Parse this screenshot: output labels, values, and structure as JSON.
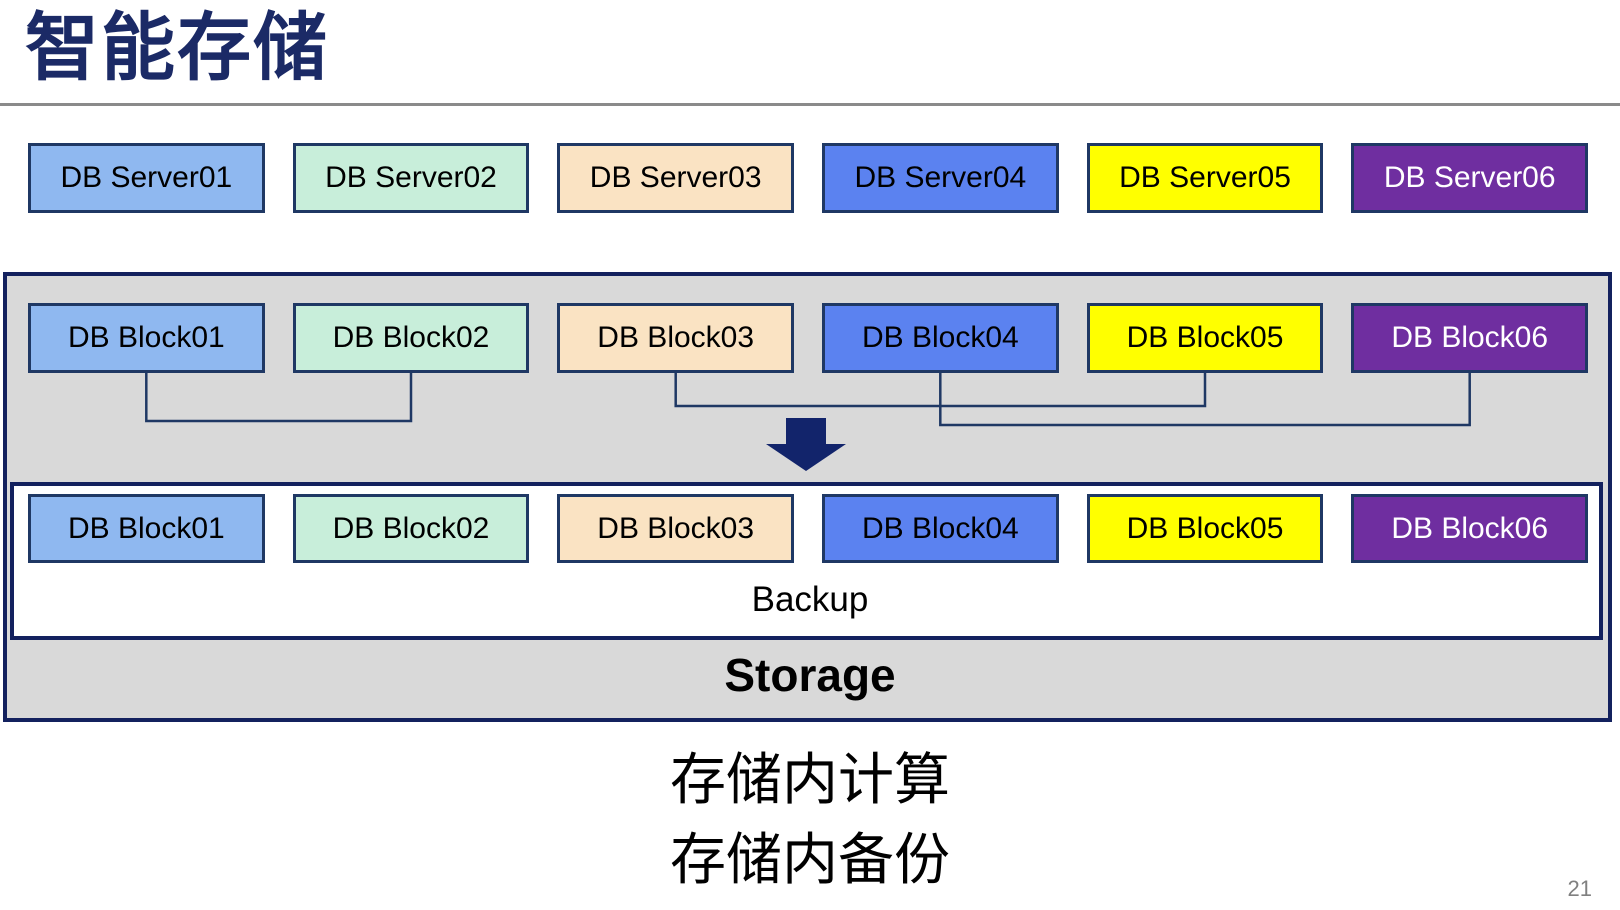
{
  "slide": {
    "title": "智能存储",
    "page_number": "21",
    "caption_lines": [
      "存储内计算",
      "存储内备份"
    ]
  },
  "colors": {
    "title_text": "#1b2a66",
    "separator": "#8a8a8a",
    "box_border": "#1f3864",
    "container_bg": "#d9d9d9",
    "container_border": "#13215e",
    "backup_box_bg": "#ffffff",
    "backup_box_border": "#13215e",
    "connector": "#1f3864",
    "arrow": "#12246b",
    "caption_text": "#000000",
    "page_number_text": "#808080"
  },
  "servers": [
    {
      "label": "DB Server01",
      "fill": "#8fb8f0",
      "text_color": "#000000"
    },
    {
      "label": "DB Server02",
      "fill": "#c8eeda",
      "text_color": "#000000"
    },
    {
      "label": "DB Server03",
      "fill": "#fae3c3",
      "text_color": "#000000"
    },
    {
      "label": "DB Server04",
      "fill": "#5b82f0",
      "text_color": "#000000"
    },
    {
      "label": "DB Server05",
      "fill": "#ffff00",
      "text_color": "#000000"
    },
    {
      "label": "DB Server06",
      "fill": "#6f2ea0",
      "text_color": "#ffffff"
    }
  ],
  "blocks_top": [
    {
      "label": "DB Block01",
      "fill": "#8fb8f0",
      "text_color": "#000000"
    },
    {
      "label": "DB Block02",
      "fill": "#c8eeda",
      "text_color": "#000000"
    },
    {
      "label": "DB Block03",
      "fill": "#fae3c3",
      "text_color": "#000000"
    },
    {
      "label": "DB Block04",
      "fill": "#5b82f0",
      "text_color": "#000000"
    },
    {
      "label": "DB Block05",
      "fill": "#ffff00",
      "text_color": "#000000"
    },
    {
      "label": "DB Block06",
      "fill": "#6f2ea0",
      "text_color": "#ffffff"
    }
  ],
  "blocks_backup": [
    {
      "label": "DB Block01",
      "fill": "#8fb8f0",
      "text_color": "#000000"
    },
    {
      "label": "DB Block02",
      "fill": "#c8eeda",
      "text_color": "#000000"
    },
    {
      "label": "DB Block03",
      "fill": "#fae3c3",
      "text_color": "#000000"
    },
    {
      "label": "DB Block04",
      "fill": "#5b82f0",
      "text_color": "#000000"
    },
    {
      "label": "DB Block05",
      "fill": "#ffff00",
      "text_color": "#000000"
    },
    {
      "label": "DB Block06",
      "fill": "#6f2ea0",
      "text_color": "#ffffff"
    }
  ],
  "backup_label": "Backup",
  "storage_label": "Storage"
}
